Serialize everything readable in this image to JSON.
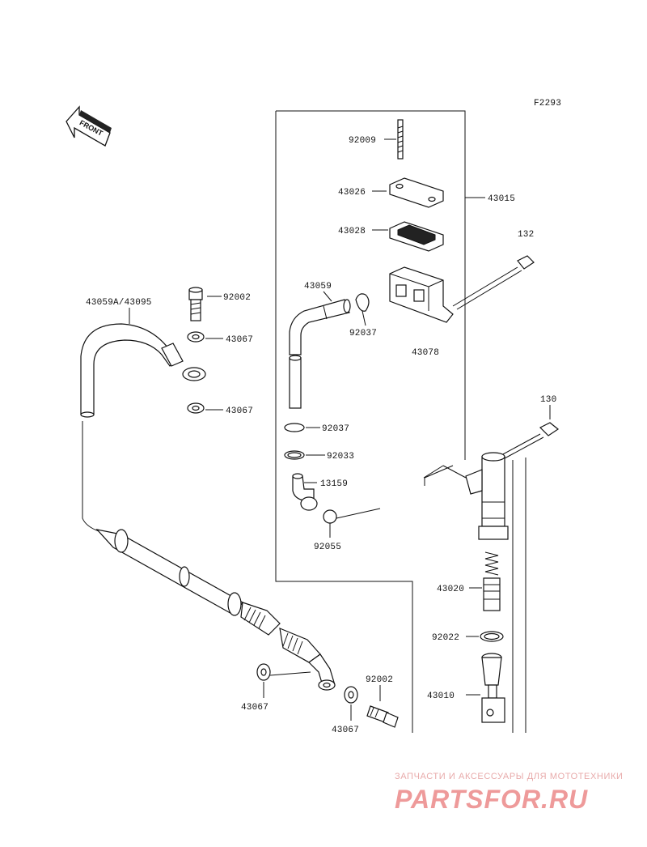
{
  "figure_id": "F2293",
  "front_label": "FRONT",
  "labels": {
    "p92009": "92009",
    "p43026": "43026",
    "p43015": "43015",
    "p43028": "43028",
    "p132": "132",
    "p43059": "43059",
    "p92002_top": "92002",
    "p43059A": "43059A/43095",
    "p43067_a": "43067",
    "p92037_a": "92037",
    "p43078": "43078",
    "p43067_b": "43067",
    "p92037_b": "92037",
    "p130": "130",
    "p92033": "92033",
    "p13159": "13159",
    "p92055": "92055",
    "p43020": "43020",
    "p92022": "92022",
    "p92002_bot": "92002",
    "p43010": "43010",
    "p43067_c": "43067",
    "p43067_d": "43067"
  },
  "watermark": {
    "tagline": "ЗАПЧАСТИ И АКСЕССУАРЫ ДЛЯ МОТОТЕХНИКИ",
    "brand": "PARTSFOR.RU",
    "color": "#ee9a9a"
  }
}
